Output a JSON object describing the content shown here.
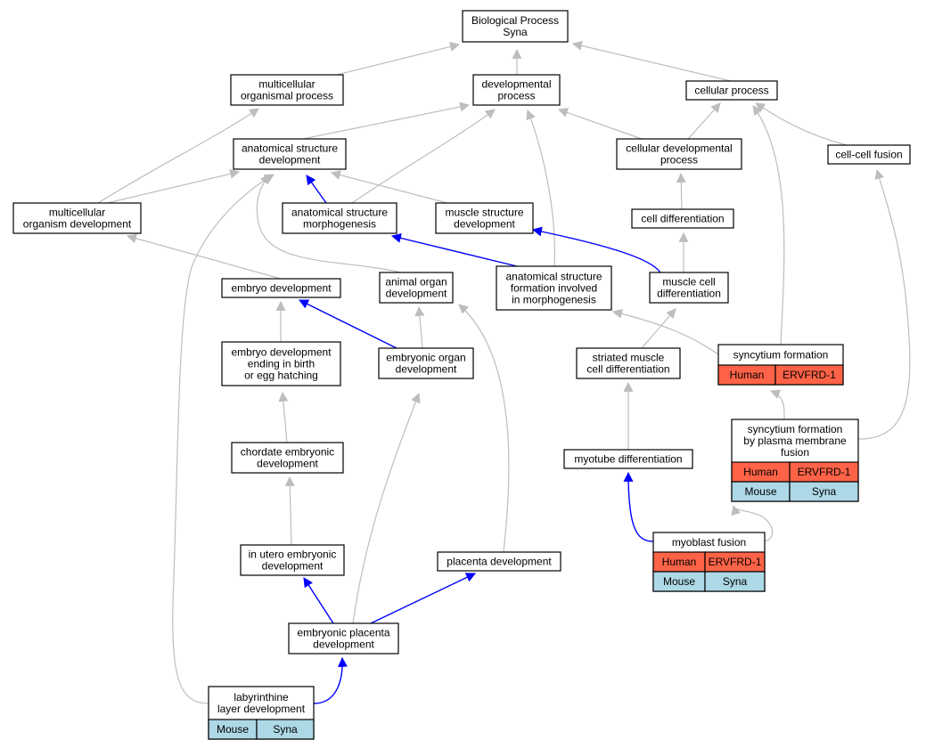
{
  "colors": {
    "grey_edge": "#bdbdbd",
    "blue_edge": "#0000ff",
    "human_cell": "#ff6347",
    "mouse_cell": "#add8e6",
    "node_fill": "#ffffff",
    "node_border": "#000000"
  },
  "nodes": [
    {
      "id": "bp",
      "lines": [
        "Biological Process",
        "Syna"
      ]
    },
    {
      "id": "mop",
      "lines": [
        "multicellular",
        "organismal process"
      ]
    },
    {
      "id": "devp",
      "lines": [
        "developmental",
        "process"
      ]
    },
    {
      "id": "cellp",
      "lines": [
        "cellular process"
      ]
    },
    {
      "id": "asd",
      "lines": [
        "anatomical structure",
        "development"
      ]
    },
    {
      "id": "cdp",
      "lines": [
        "cellular developmental",
        "process"
      ]
    },
    {
      "id": "ccf",
      "lines": [
        "cell-cell fusion"
      ]
    },
    {
      "id": "mod",
      "lines": [
        "multicellular",
        "organism development"
      ]
    },
    {
      "id": "asm",
      "lines": [
        "anatomical structure",
        "morphogenesis"
      ]
    },
    {
      "id": "msd",
      "lines": [
        "muscle structure",
        "development"
      ]
    },
    {
      "id": "cd",
      "lines": [
        "cell differentiation"
      ]
    },
    {
      "id": "ed",
      "lines": [
        "embryo development"
      ]
    },
    {
      "id": "aod",
      "lines": [
        "animal organ",
        "development"
      ]
    },
    {
      "id": "asf",
      "lines": [
        "anatomical structure",
        "formation involved",
        "in morphogenesis"
      ]
    },
    {
      "id": "mcd",
      "lines": [
        "muscle cell",
        "differentiation"
      ]
    },
    {
      "id": "smcd",
      "lines": [
        "striated muscle",
        "cell differentiation"
      ]
    },
    {
      "id": "sf",
      "lines": [
        "syncytium formation"
      ],
      "rows": [
        [
          "Human",
          "ERVFRD-1"
        ]
      ]
    },
    {
      "id": "edb",
      "lines": [
        "embryo development",
        "ending in birth",
        "or egg hatching"
      ]
    },
    {
      "id": "eod",
      "lines": [
        "embryonic organ",
        "development"
      ]
    },
    {
      "id": "sfp",
      "lines": [
        "syncytium formation",
        "by plasma membrane",
        "fusion"
      ],
      "rows": [
        [
          "Human",
          "ERVFRD-1"
        ],
        [
          "Mouse",
          "Syna"
        ]
      ]
    },
    {
      "id": "ced",
      "lines": [
        "chordate embryonic",
        "development"
      ]
    },
    {
      "id": "myo",
      "lines": [
        "myotube differentiation"
      ]
    },
    {
      "id": "mf",
      "lines": [
        "myoblast fusion"
      ],
      "rows": [
        [
          "Human",
          "ERVFRD-1"
        ],
        [
          "Mouse",
          "Syna"
        ]
      ]
    },
    {
      "id": "iued",
      "lines": [
        "in utero embryonic",
        "development"
      ]
    },
    {
      "id": "pd",
      "lines": [
        "placenta development"
      ]
    },
    {
      "id": "epd",
      "lines": [
        "embryonic placenta",
        "development"
      ]
    },
    {
      "id": "lld",
      "lines": [
        "labyrinthine",
        "layer development"
      ],
      "rows": [
        [
          "Mouse",
          "Syna"
        ]
      ]
    }
  ],
  "edges": [
    {
      "from": "mop",
      "to": "bp",
      "kind": "grey"
    },
    {
      "from": "devp",
      "to": "bp",
      "kind": "grey"
    },
    {
      "from": "cellp",
      "to": "bp",
      "kind": "grey"
    },
    {
      "from": "mod",
      "to": "mop",
      "kind": "grey"
    },
    {
      "from": "asd",
      "to": "devp",
      "kind": "grey"
    },
    {
      "from": "asm",
      "to": "devp",
      "kind": "grey"
    },
    {
      "from": "asf",
      "to": "devp",
      "kind": "grey"
    },
    {
      "from": "cdp",
      "to": "devp",
      "kind": "grey"
    },
    {
      "from": "cdp",
      "to": "cellp",
      "kind": "grey"
    },
    {
      "from": "ccf",
      "to": "cellp",
      "kind": "grey"
    },
    {
      "from": "sf",
      "to": "cellp",
      "kind": "grey"
    },
    {
      "from": "mod",
      "to": "asd",
      "kind": "grey"
    },
    {
      "from": "asm",
      "to": "asd",
      "kind": "blue"
    },
    {
      "from": "msd",
      "to": "asd",
      "kind": "grey"
    },
    {
      "from": "aod",
      "to": "asd",
      "kind": "grey"
    },
    {
      "from": "lld",
      "to": "asd",
      "kind": "grey"
    },
    {
      "from": "cd",
      "to": "cdp",
      "kind": "grey"
    },
    {
      "from": "sfp",
      "to": "ccf",
      "kind": "grey"
    },
    {
      "from": "ed",
      "to": "mod",
      "kind": "grey"
    },
    {
      "from": "asf",
      "to": "asm",
      "kind": "blue"
    },
    {
      "from": "mcd",
      "to": "msd",
      "kind": "blue"
    },
    {
      "from": "mcd",
      "to": "cd",
      "kind": "grey"
    },
    {
      "from": "edb",
      "to": "ed",
      "kind": "grey"
    },
    {
      "from": "eod",
      "to": "ed",
      "kind": "blue"
    },
    {
      "from": "eod",
      "to": "aod",
      "kind": "grey"
    },
    {
      "from": "pd",
      "to": "aod",
      "kind": "grey"
    },
    {
      "from": "sf",
      "to": "asf",
      "kind": "grey"
    },
    {
      "from": "smcd",
      "to": "mcd",
      "kind": "grey"
    },
    {
      "from": "myo",
      "to": "smcd",
      "kind": "grey"
    },
    {
      "from": "sfp",
      "to": "sf",
      "kind": "grey"
    },
    {
      "from": "ced",
      "to": "edb",
      "kind": "grey"
    },
    {
      "from": "epd",
      "to": "eod",
      "kind": "grey"
    },
    {
      "from": "mf",
      "to": "sfp",
      "kind": "grey"
    },
    {
      "from": "iued",
      "to": "ced",
      "kind": "grey"
    },
    {
      "from": "mf",
      "to": "myo",
      "kind": "blue"
    },
    {
      "from": "epd",
      "to": "iued",
      "kind": "blue"
    },
    {
      "from": "epd",
      "to": "pd",
      "kind": "blue"
    },
    {
      "from": "lld",
      "to": "epd",
      "kind": "blue"
    }
  ]
}
